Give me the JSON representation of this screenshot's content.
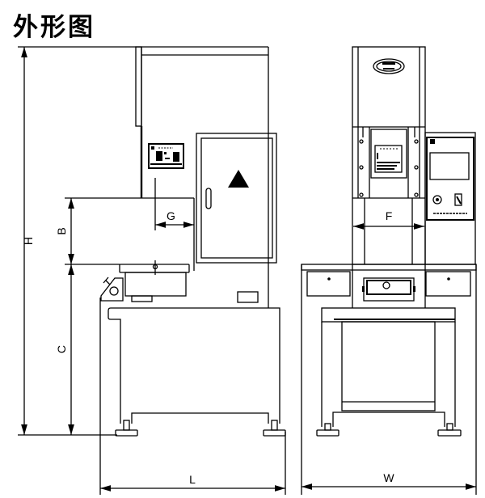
{
  "title": "外形图",
  "dimensions": {
    "H": "H",
    "B": "B",
    "C": "C",
    "G": "G",
    "F": "F",
    "L": "L",
    "W": "W"
  },
  "colors": {
    "line": "#000000",
    "background": "#ffffff"
  }
}
